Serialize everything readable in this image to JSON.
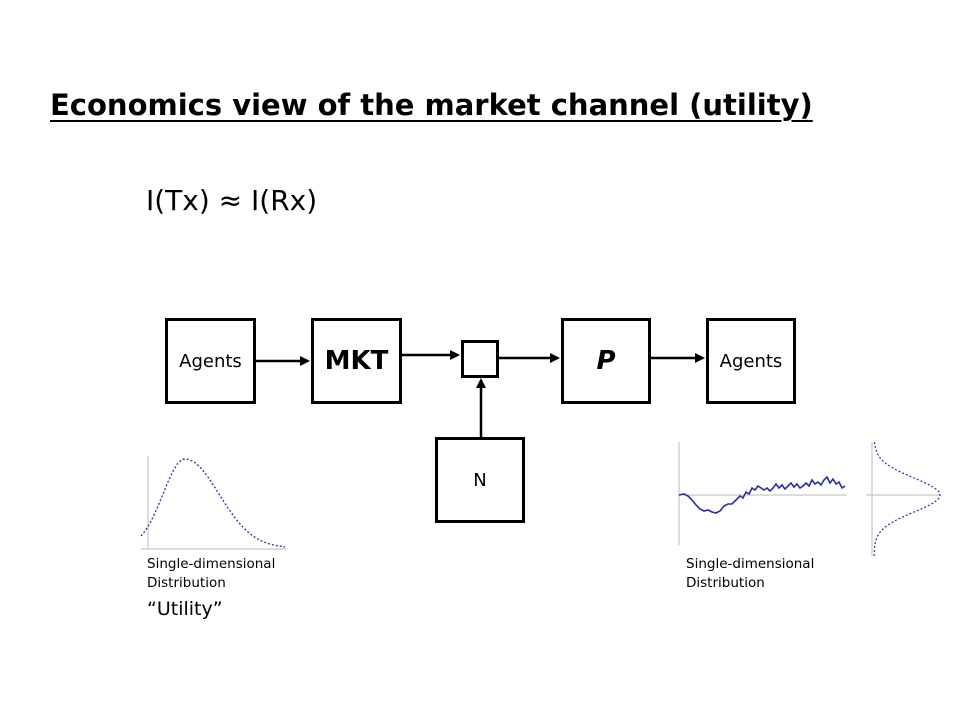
{
  "slide": {
    "title": "Economics view of the market channel (utility)",
    "formula": "I(Tx) ≈ I(Rx)"
  },
  "diagram": {
    "agents_in": "Agents",
    "market": "MKT",
    "junction": "",
    "price": "P",
    "agents_out": "Agents",
    "noise": "N"
  },
  "left_plot": {
    "caption_line1": "Single-dimensional",
    "caption_line2": "Distribution",
    "quote": "“Utility”"
  },
  "right_plot": {
    "caption_line1": "Single-dimensional",
    "caption_line2": "Distribution"
  },
  "colors": {
    "line": "#000000",
    "series": "#2b2bb0",
    "axis": "#b8b8b8"
  }
}
